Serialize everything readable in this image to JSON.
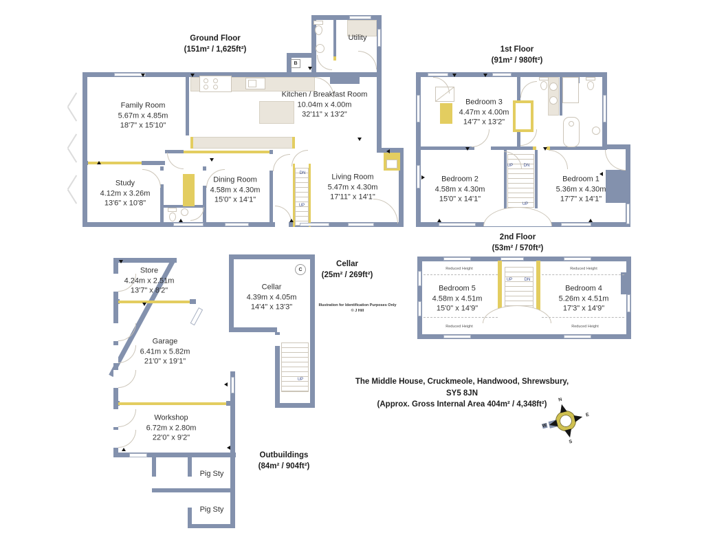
{
  "ground_floor": {
    "title": "Ground Floor",
    "area": "(151m² / 1,625ft²)",
    "boiler_label": "B",
    "rooms": {
      "family": {
        "name": "Family Room",
        "metric": "5.67m x 4.85m",
        "imperial": "18'7\" x 15'10\""
      },
      "kitchen": {
        "name": "Kitchen / Breakfast Room",
        "metric": "10.04m x 4.00m",
        "imperial": "32'11\" x 13'2\""
      },
      "utility": {
        "name": "Utility"
      },
      "study": {
        "name": "Study",
        "metric": "4.12m x 3.26m",
        "imperial": "13'6\" x 10'8\""
      },
      "dining": {
        "name": "Dining Room",
        "metric": "4.58m x 4.30m",
        "imperial": "15'0\" x 14'1\""
      },
      "living": {
        "name": "Living Room",
        "metric": "5.47m x 4.30m",
        "imperial": "17'11\" x 14'1\""
      }
    }
  },
  "first_floor": {
    "title": "1st Floor",
    "area": "(91m² / 980ft²)",
    "rooms": {
      "bedroom3": {
        "name": "Bedroom 3",
        "metric": "4.47m x 4.00m",
        "imperial": "14'7\" x 13'2\""
      },
      "bedroom2": {
        "name": "Bedroom 2",
        "metric": "4.58m x 4.30m",
        "imperial": "15'0\" x 14'1\""
      },
      "bedroom1": {
        "name": "Bedroom 1",
        "metric": "5.36m x 4.30m",
        "imperial": "17'7\" x 14'1\""
      }
    }
  },
  "second_floor": {
    "title": "2nd Floor",
    "area": "(53m² / 570ft²)",
    "reduced_height": "Reduced Height",
    "rooms": {
      "bedroom5": {
        "name": "Bedroom 5",
        "metric": "4.58m x 4.51m",
        "imperial": "15'0\" x 14'9\""
      },
      "bedroom4": {
        "name": "Bedroom 4",
        "metric": "5.26m x 4.51m",
        "imperial": "17'3\" x 14'9\""
      }
    }
  },
  "cellar": {
    "title": "Cellar",
    "area": "(25m² / 269ft²)",
    "circle_label": "C",
    "room": {
      "name": "Cellar",
      "metric": "4.39m x 4.05m",
      "imperial": "14'4\" x 13'3\""
    }
  },
  "outbuildings": {
    "title": "Outbuildings",
    "area": "(84m² / 904ft²)",
    "rooms": {
      "store": {
        "name": "Store",
        "metric": "4.24m x 2.51m",
        "imperial": "13'7\" x 8'2\""
      },
      "garage": {
        "name": "Garage",
        "metric": "6.41m x 5.82m",
        "imperial": "21'0\" x 19'1\""
      },
      "workshop": {
        "name": "Workshop",
        "metric": "6.72m x 2.80m",
        "imperial": "22'0\" x 9'2\""
      },
      "pigsty1": {
        "name": "Pig Sty"
      },
      "pigsty2": {
        "name": "Pig Sty"
      }
    }
  },
  "stairs": {
    "up": "UP",
    "dn": "DN"
  },
  "compass": {
    "n": "N",
    "e": "E",
    "s": "S",
    "w": "W"
  },
  "footer": {
    "address_line1": "The Middle House, Cruckmeole, Handwood, Shrewsbury,",
    "address_line2": "SY5 8JN",
    "address_line3": "(Approx. Gross Internal Area 404m² / 4,348ft²)",
    "disclaimer_line1": "Illustration for Identification Purposes Only",
    "disclaimer_line2": "© J Hill"
  }
}
